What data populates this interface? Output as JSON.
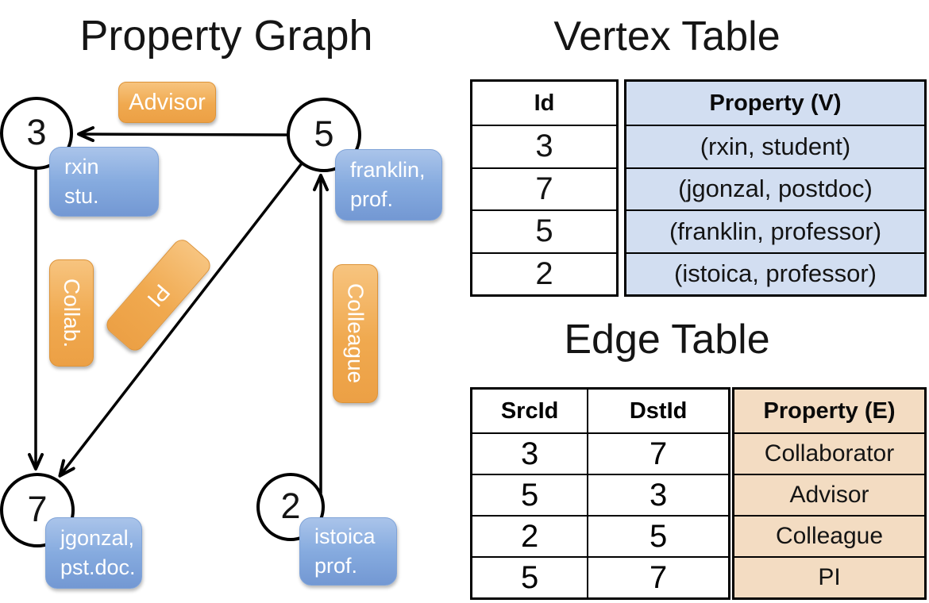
{
  "graph": {
    "title": "Property Graph",
    "nodes": [
      {
        "id": "3"
      },
      {
        "id": "5"
      },
      {
        "id": "7"
      },
      {
        "id": "2"
      }
    ],
    "vertex_labels": [
      {
        "line1": "rxin",
        "line2": "stu."
      },
      {
        "line1": "franklin,",
        "line2": "prof."
      },
      {
        "line1": "jgonzal,",
        "line2": "pst.doc."
      },
      {
        "line1": "istoica",
        "line2": "prof."
      }
    ],
    "edge_labels": {
      "advisor": "Advisor",
      "collab": "Collab.",
      "pi": "PI",
      "colleague": "Colleague"
    }
  },
  "vertex_table": {
    "title": "Vertex Table",
    "headers": {
      "id": "Id",
      "property": "Property (V)"
    },
    "rows": [
      {
        "id": "3",
        "property": "(rxin, student)"
      },
      {
        "id": "7",
        "property": "(jgonzal, postdoc)"
      },
      {
        "id": "5",
        "property": "(franklin, professor)"
      },
      {
        "id": "2",
        "property": "(istoica, professor)"
      }
    ]
  },
  "edge_table": {
    "title": "Edge Table",
    "headers": {
      "src": "SrcId",
      "dst": "DstId",
      "property": "Property (E)"
    },
    "rows": [
      {
        "src": "3",
        "dst": "7",
        "property": "Collaborator"
      },
      {
        "src": "5",
        "dst": "3",
        "property": "Advisor"
      },
      {
        "src": "2",
        "dst": "5",
        "property": "Colleague"
      },
      {
        "src": "5",
        "dst": "7",
        "property": "PI"
      }
    ]
  },
  "colors": {
    "edge_label_orange": "#f0a94f",
    "vertex_label_blue": "#86abdf",
    "vertex_table_cell_blue": "#d2def1",
    "edge_table_cell_tan": "#f3dcc2",
    "line_black": "#000000"
  }
}
